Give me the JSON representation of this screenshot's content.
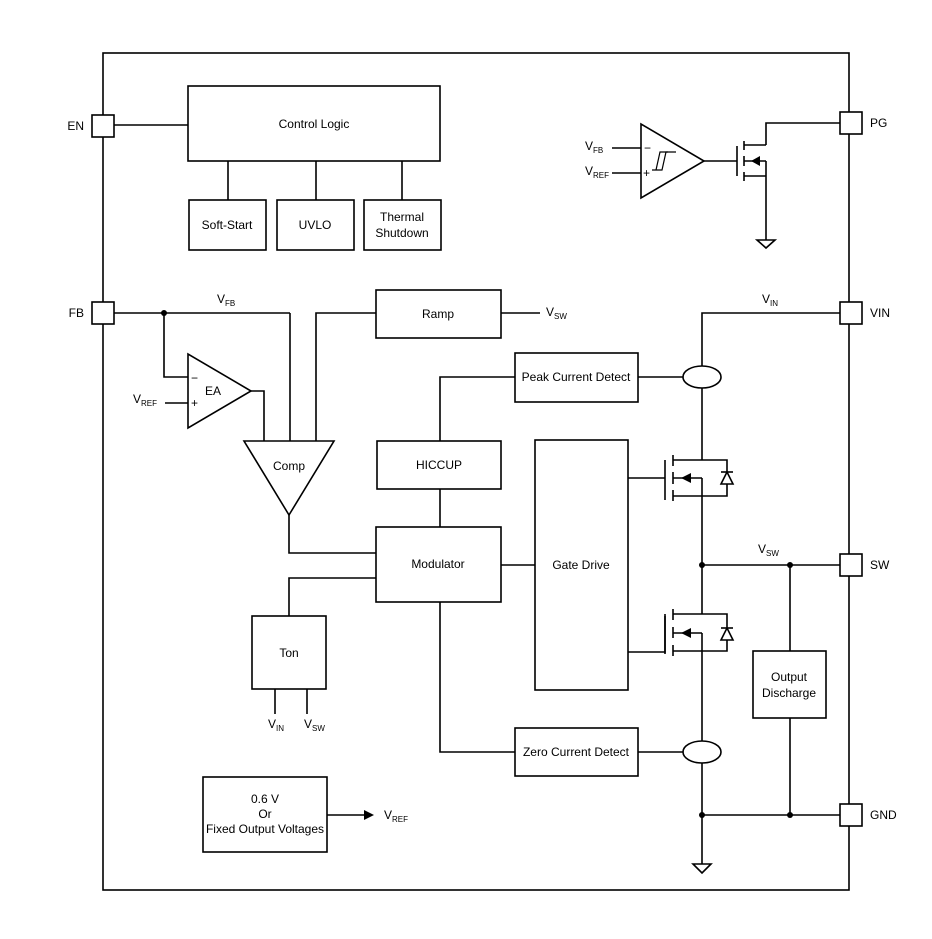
{
  "blocks": {
    "control_logic": "Control Logic",
    "soft_start": "Soft-Start",
    "uvlo": "UVLO",
    "thermal_line1": "Thermal",
    "thermal_line2": "Shutdown",
    "ramp": "Ramp",
    "peak_current": "Peak Current Detect",
    "hiccup": "HICCUP",
    "modulator": "Modulator",
    "gate_drive": "Gate Drive",
    "ton": "Ton",
    "zero_current": "Zero Current Detect",
    "output_discharge_line1": "Output",
    "output_discharge_line2": "Discharge",
    "vref_gen_line1": "0.6 V",
    "vref_gen_line2": "Or",
    "vref_gen_line3": "Fixed Output Voltages",
    "ea": "EA",
    "comp": "Comp"
  },
  "pins": {
    "en": "EN",
    "fb": "FB",
    "pg": "PG",
    "vin": "VIN",
    "sw": "SW",
    "gnd": "GND"
  },
  "signals": {
    "v": "V",
    "fb_sub": "FB",
    "ref_sub": "REF",
    "sw_sub": "SW",
    "in_sub": "IN",
    "minus": "−",
    "plus": "+"
  }
}
